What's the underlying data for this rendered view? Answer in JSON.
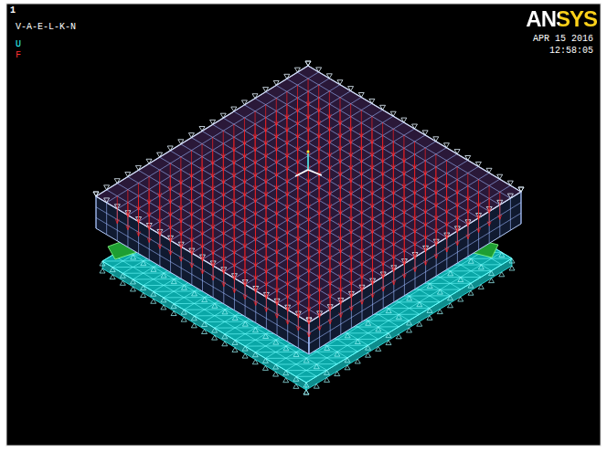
{
  "diagram": {
    "labels": [
      "1",
      "V-A-E-L-K-N",
      "U",
      "F",
      "ANSYS",
      "APR 15 2016",
      "12:58:05"
    ]
  }
}
